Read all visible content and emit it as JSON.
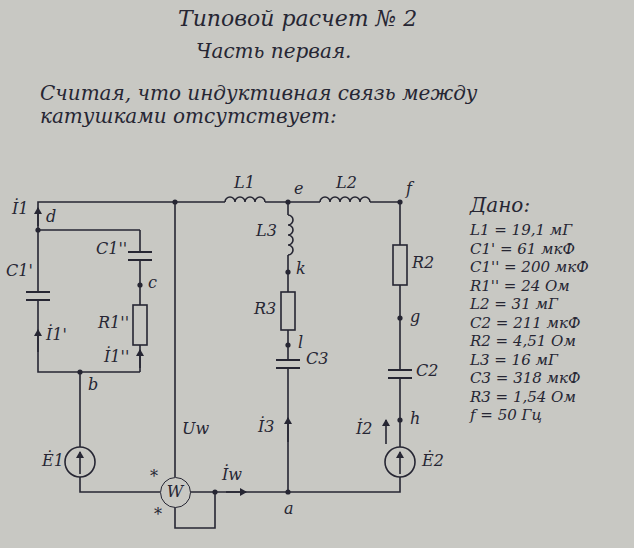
{
  "diagram": {
    "title": "Типовой расчет № 2",
    "nodes": [
      {
        "text": [
          "W"
        ]
      }
    ],
    "labels": [
      "Часть первая.",
      "Считая, что индуктивная связь между катушками отсутствует:",
      "İ1",
      "d",
      "C1'",
      "C1''",
      "c",
      "R1''",
      "İ1'",
      "İ1''",
      "b",
      "Ė1",
      "L1",
      "e",
      "L2",
      "f",
      "L3",
      "k",
      "R3",
      "l",
      "C3",
      "İ3",
      "R2",
      "g",
      "C2",
      "h",
      "İ2",
      "Ė2",
      "Uw",
      "İw",
      "*",
      "*",
      "a",
      "Дано:",
      "L1 = 19,1 мГ",
      "C1' = 61 мкФ",
      "C1'' = 200 мкФ",
      "R1'' = 24 Ом",
      "L2 = 31 мГ",
      "C2 = 211 мкФ",
      "R2 = 4,51 Ом",
      "L3 = 16 мГ",
      "C3 = 318 мкФ",
      "R3 = 1,54 Ом",
      "f = 50 Гц"
    ]
  }
}
